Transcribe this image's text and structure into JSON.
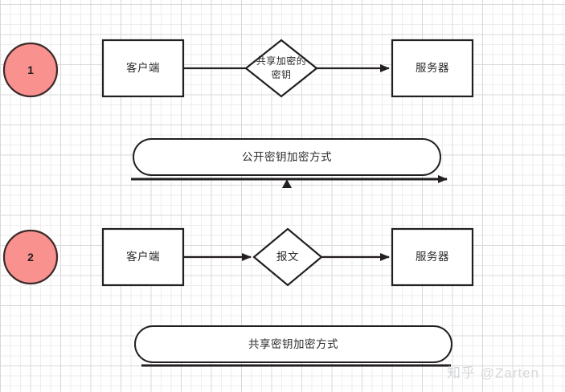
{
  "diagram": {
    "title_watermark": "知乎 @Zarten",
    "colors": {
      "circle_fill": "#f9918f",
      "circle_stroke": "#3d2a2a",
      "shape_stroke": "#231f20",
      "shape_fill": "#ffffff",
      "text": "#2b2b2b",
      "grid_minor": "#eeeeee",
      "grid_major": "#d8d8d8",
      "watermark": "#d5d7da"
    },
    "rows": [
      {
        "step_label": "1",
        "source_box": "客户端",
        "middle_node": "共享加密的\n密钥",
        "middle_node_line1": "共享加密的",
        "middle_node_line2": "密钥",
        "target_box": "服务器",
        "banner_label": "公开密钥加密方式",
        "banner_has_arrow": "true",
        "arrow_into_middle": "false"
      },
      {
        "step_label": "2",
        "source_box": "客户端",
        "middle_node": "报文",
        "middle_node_line1": "报文",
        "middle_node_line2": "",
        "target_box": "服务器",
        "banner_label": "共享密钥加密方式",
        "banner_has_arrow": "false",
        "arrow_into_middle": "true"
      }
    ]
  }
}
